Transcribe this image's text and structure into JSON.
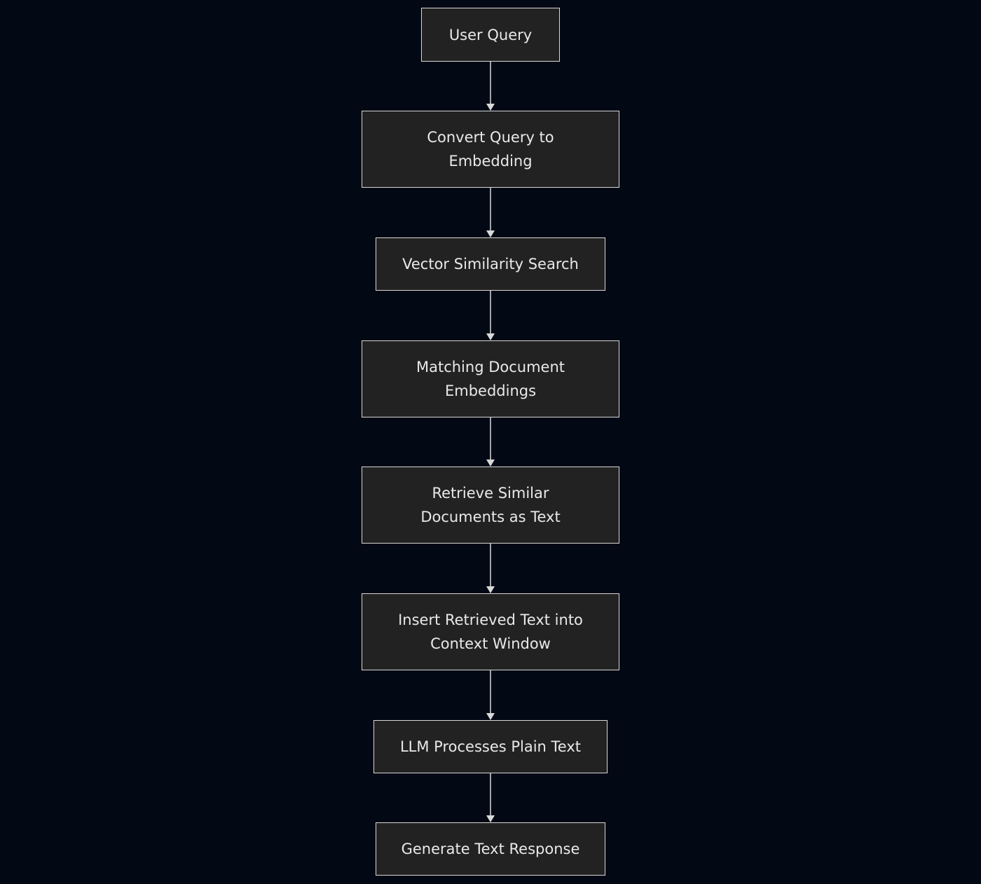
{
  "diagram": {
    "background_color": "#020914",
    "node_fill": "#222222",
    "node_border": "#d8d8d8",
    "text_color": "#e9e9e9",
    "edge_color": "#d8d8d8",
    "nodes": [
      {
        "label": "User Query"
      },
      {
        "label": "Convert Query to\nEmbedding"
      },
      {
        "label": "Vector Similarity Search"
      },
      {
        "label": "Matching Document\nEmbeddings"
      },
      {
        "label": "Retrieve Similar\nDocuments as Text"
      },
      {
        "label": "Insert Retrieved Text into\nContext Window"
      },
      {
        "label": "LLM Processes Plain Text"
      },
      {
        "label": "Generate Text Response"
      }
    ]
  }
}
